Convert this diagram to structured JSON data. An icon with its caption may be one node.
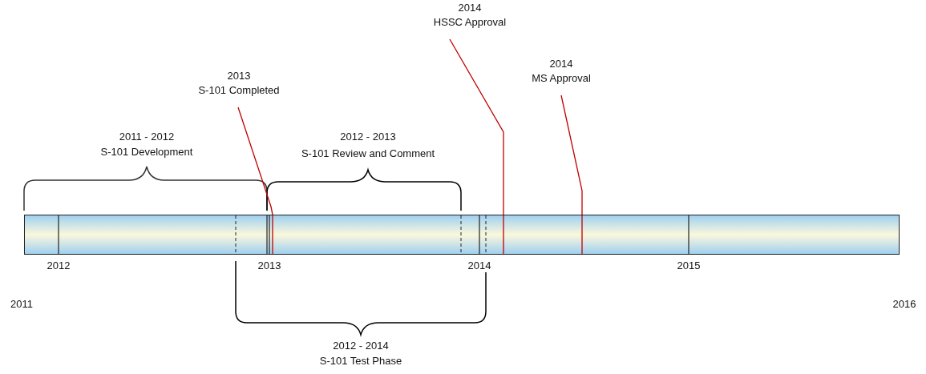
{
  "diagram": {
    "nodes": [
      {
        "text": [],
        "shape": "bar"
      },
      {
        "text": [
          "2013",
          "S-101 Completed"
        ]
      },
      {
        "text": [
          "2014",
          "HSSC Approval"
        ]
      },
      {
        "text": [
          "2014",
          "MS Approval"
        ]
      }
    ],
    "edges": [
      {
        "from": 1,
        "to": 0,
        "arrow": "none"
      },
      {
        "from": 2,
        "to": 0,
        "arrow": "none"
      },
      {
        "from": 3,
        "to": 0,
        "arrow": "none"
      }
    ],
    "labels": [
      "2011 - 2012",
      "S-101 Development",
      "2012 - 2013",
      "S-101 Review and Comment",
      "2012",
      "2013",
      "2014",
      "2015",
      "2011",
      "2016",
      "2012 - 2014",
      "S-101 Test Phase"
    ]
  }
}
